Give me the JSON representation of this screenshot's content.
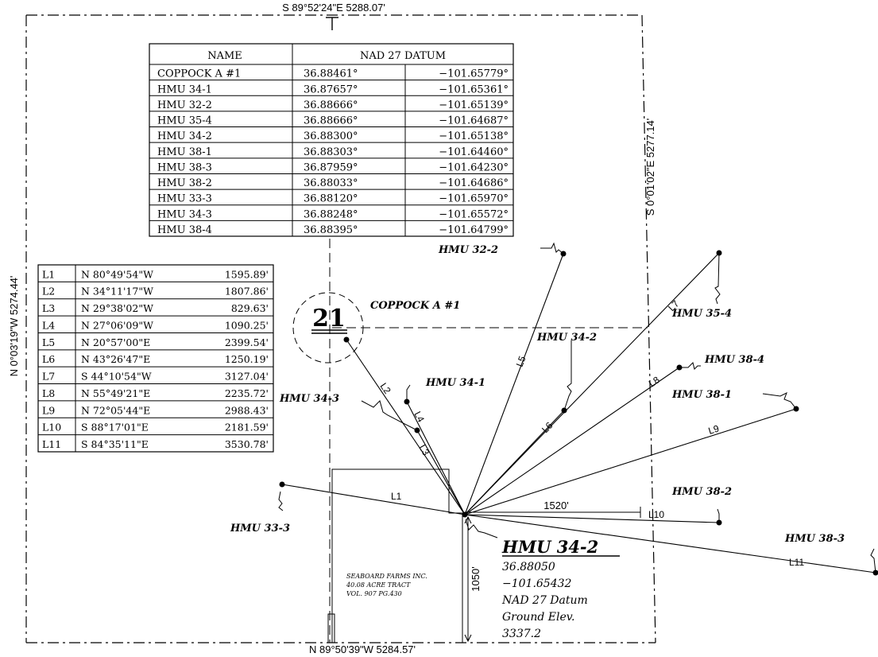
{
  "boundary": {
    "north": "S 89°52'24\"E  5288.07'",
    "east": "S 0°01'02\"E  5277.14'",
    "west": "N 0°03'19\"W  5274.44'",
    "south": "N 89°50'39\"W  5284.57'"
  },
  "wells_table": {
    "header_name": "NAME",
    "header_datum": "NAD 27 DATUM",
    "rows": [
      [
        "COPPOCK A #1",
        "36.88461°",
        "−101.65779°"
      ],
      [
        "HMU 34-1",
        "36.87657°",
        "−101.65361°"
      ],
      [
        "HMU 32-2",
        "36.88666°",
        "−101.65139°"
      ],
      [
        "HMU 35-4",
        "36.88666°",
        "−101.64687°"
      ],
      [
        "HMU 34-2",
        "36.88300°",
        "−101.65138°"
      ],
      [
        "HMU 38-1",
        "36.88303°",
        "−101.64460°"
      ],
      [
        "HMU 38-3",
        "36.87959°",
        "−101.64230°"
      ],
      [
        "HMU 38-2",
        "36.88033°",
        "−101.64686°"
      ],
      [
        "HMU 33-3",
        "36.88120°",
        "−101.65970°"
      ],
      [
        "HMU 34-3",
        "36.88248°",
        "−101.65572°"
      ],
      [
        "HMU 38-4",
        "36.88395°",
        "−101.64799°"
      ]
    ]
  },
  "lines_table": {
    "rows": [
      [
        "L1",
        "N  80°49'54\"W",
        "1595.89'"
      ],
      [
        "L2",
        "N  34°11'17\"W",
        "1807.86'"
      ],
      [
        "L3",
        "N  29°38'02\"W",
        "829.63'"
      ],
      [
        "L4",
        "N  27°06'09\"W",
        "1090.25'"
      ],
      [
        "L5",
        "N  20°57'00\"E",
        "2399.54'"
      ],
      [
        "L6",
        "N  43°26'47\"E",
        "1250.19'"
      ],
      [
        "L7",
        "S  44°10'54\"W",
        "3127.04'"
      ],
      [
        "L8",
        "N  55°49'21\"E",
        "2235.72'"
      ],
      [
        "L9",
        "N  72°05'44\"E",
        "2988.43'"
      ],
      [
        "L10",
        "S  88°17'01\"E",
        "2181.59'"
      ],
      [
        "L11",
        "S  84°35'11\"E",
        "3530.78'"
      ]
    ]
  },
  "section_number": "21",
  "well_labels": {
    "coppock": "COPPOCK A #1",
    "hmu_32_2": "HMU 32-2",
    "hmu_35_4": "HMU 35-4",
    "hmu_34_2_upper": "HMU 34-2",
    "hmu_38_4": "HMU 38-4",
    "hmu_38_1": "HMU 38-1",
    "hmu_34_1": "HMU 34-1",
    "hmu_34_3": "HMU 34-3",
    "hmu_38_2": "HMU 38-2",
    "hmu_38_3": "HMU 38-3",
    "hmu_33_3": "HMU 33-3"
  },
  "line_labels": {
    "l1": "L1",
    "l2": "L2",
    "l3": "L3",
    "l4": "L4",
    "l5": "L5",
    "l6": "L6",
    "l7": "L7",
    "l8": "L8",
    "l9": "L9",
    "l10": "L10",
    "l11": "L11"
  },
  "distances": {
    "horizontal": "1520'",
    "vertical": "1050'"
  },
  "tract": {
    "line1": "SEABOARD FARMS INC.",
    "line2": "40.08 ACRE TRACT",
    "line3": "VOL. 907 PG.430"
  },
  "main_well": {
    "name": "HMU 34-2",
    "lat": "36.88050",
    "lon": "−101.65432",
    "datum": "NAD 27 Datum",
    "elev_label": "Ground Elev.",
    "elev_value": "3337.2"
  }
}
